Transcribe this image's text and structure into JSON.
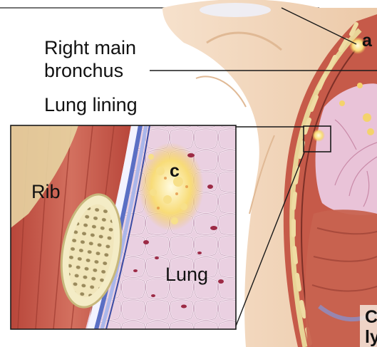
{
  "labels": {
    "right_main_bronchus_line1": "Right main",
    "right_main_bronchus_line2": "bronchus",
    "lung_lining": "Lung lining",
    "rib": "Rib",
    "lung": "Lung",
    "marker_a": "a",
    "marker_c": "c",
    "cut_text_1": "C",
    "cut_text_2": "ly"
  },
  "colors": {
    "skin": "#f2d7bd",
    "muscle": "#c9584a",
    "lung_tissue": "#e9c8dc",
    "pleura": "#5a6fc4",
    "rib_bone": "#efe3b4",
    "tumor": "#f7d772",
    "leader_line": "#1a1a1a"
  }
}
